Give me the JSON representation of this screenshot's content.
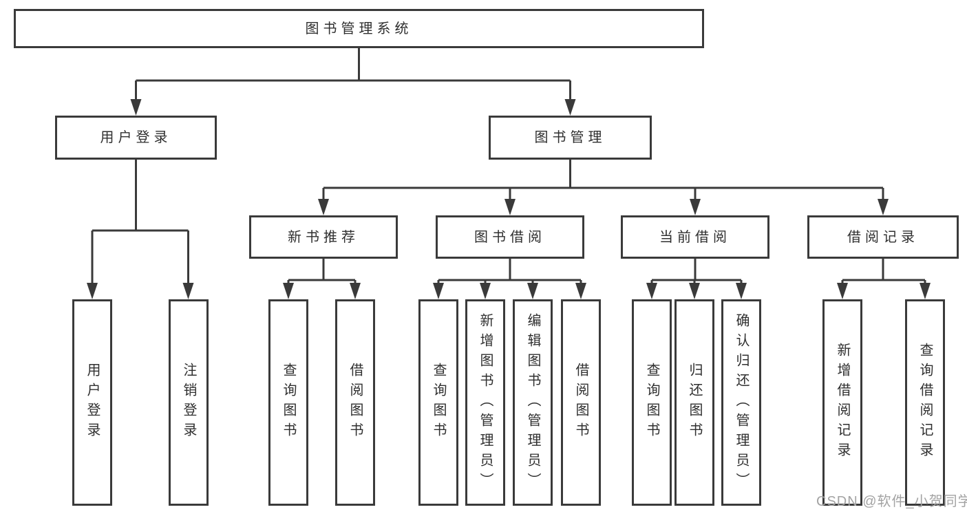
{
  "diagram": {
    "root": {
      "label": "图书管理系统"
    },
    "level2": [
      {
        "label": "用户登录"
      },
      {
        "label": "图书管理"
      }
    ],
    "level3": [
      {
        "label": "新书推荐"
      },
      {
        "label": "图书借阅"
      },
      {
        "label": "当前借阅"
      },
      {
        "label": "借阅记录"
      }
    ],
    "leaves": {
      "user_login": [
        {
          "label": "用户登录"
        },
        {
          "label": "注销登录"
        }
      ],
      "new_book_recommend": [
        {
          "label": "查询图书"
        },
        {
          "label": "借阅图书"
        }
      ],
      "book_borrow": [
        {
          "label": "查询图书"
        },
        {
          "label": "新增图书（管理员）"
        },
        {
          "label": "编辑图书（管理员）"
        },
        {
          "label": "借阅图书"
        }
      ],
      "current_borrow": [
        {
          "label": "查询图书"
        },
        {
          "label": "归还图书"
        },
        {
          "label": "确认归还（管理员）"
        }
      ],
      "borrow_records": [
        {
          "label": "新增借阅记录"
        },
        {
          "label": "查询借阅记录"
        }
      ]
    }
  },
  "watermark": {
    "text": "CSDN @软件_小贺同学"
  },
  "colors": {
    "line": "#3a3a3a",
    "text": "#2f2f2f",
    "watermark": "#a3a3a3",
    "background": "#ffffff"
  }
}
